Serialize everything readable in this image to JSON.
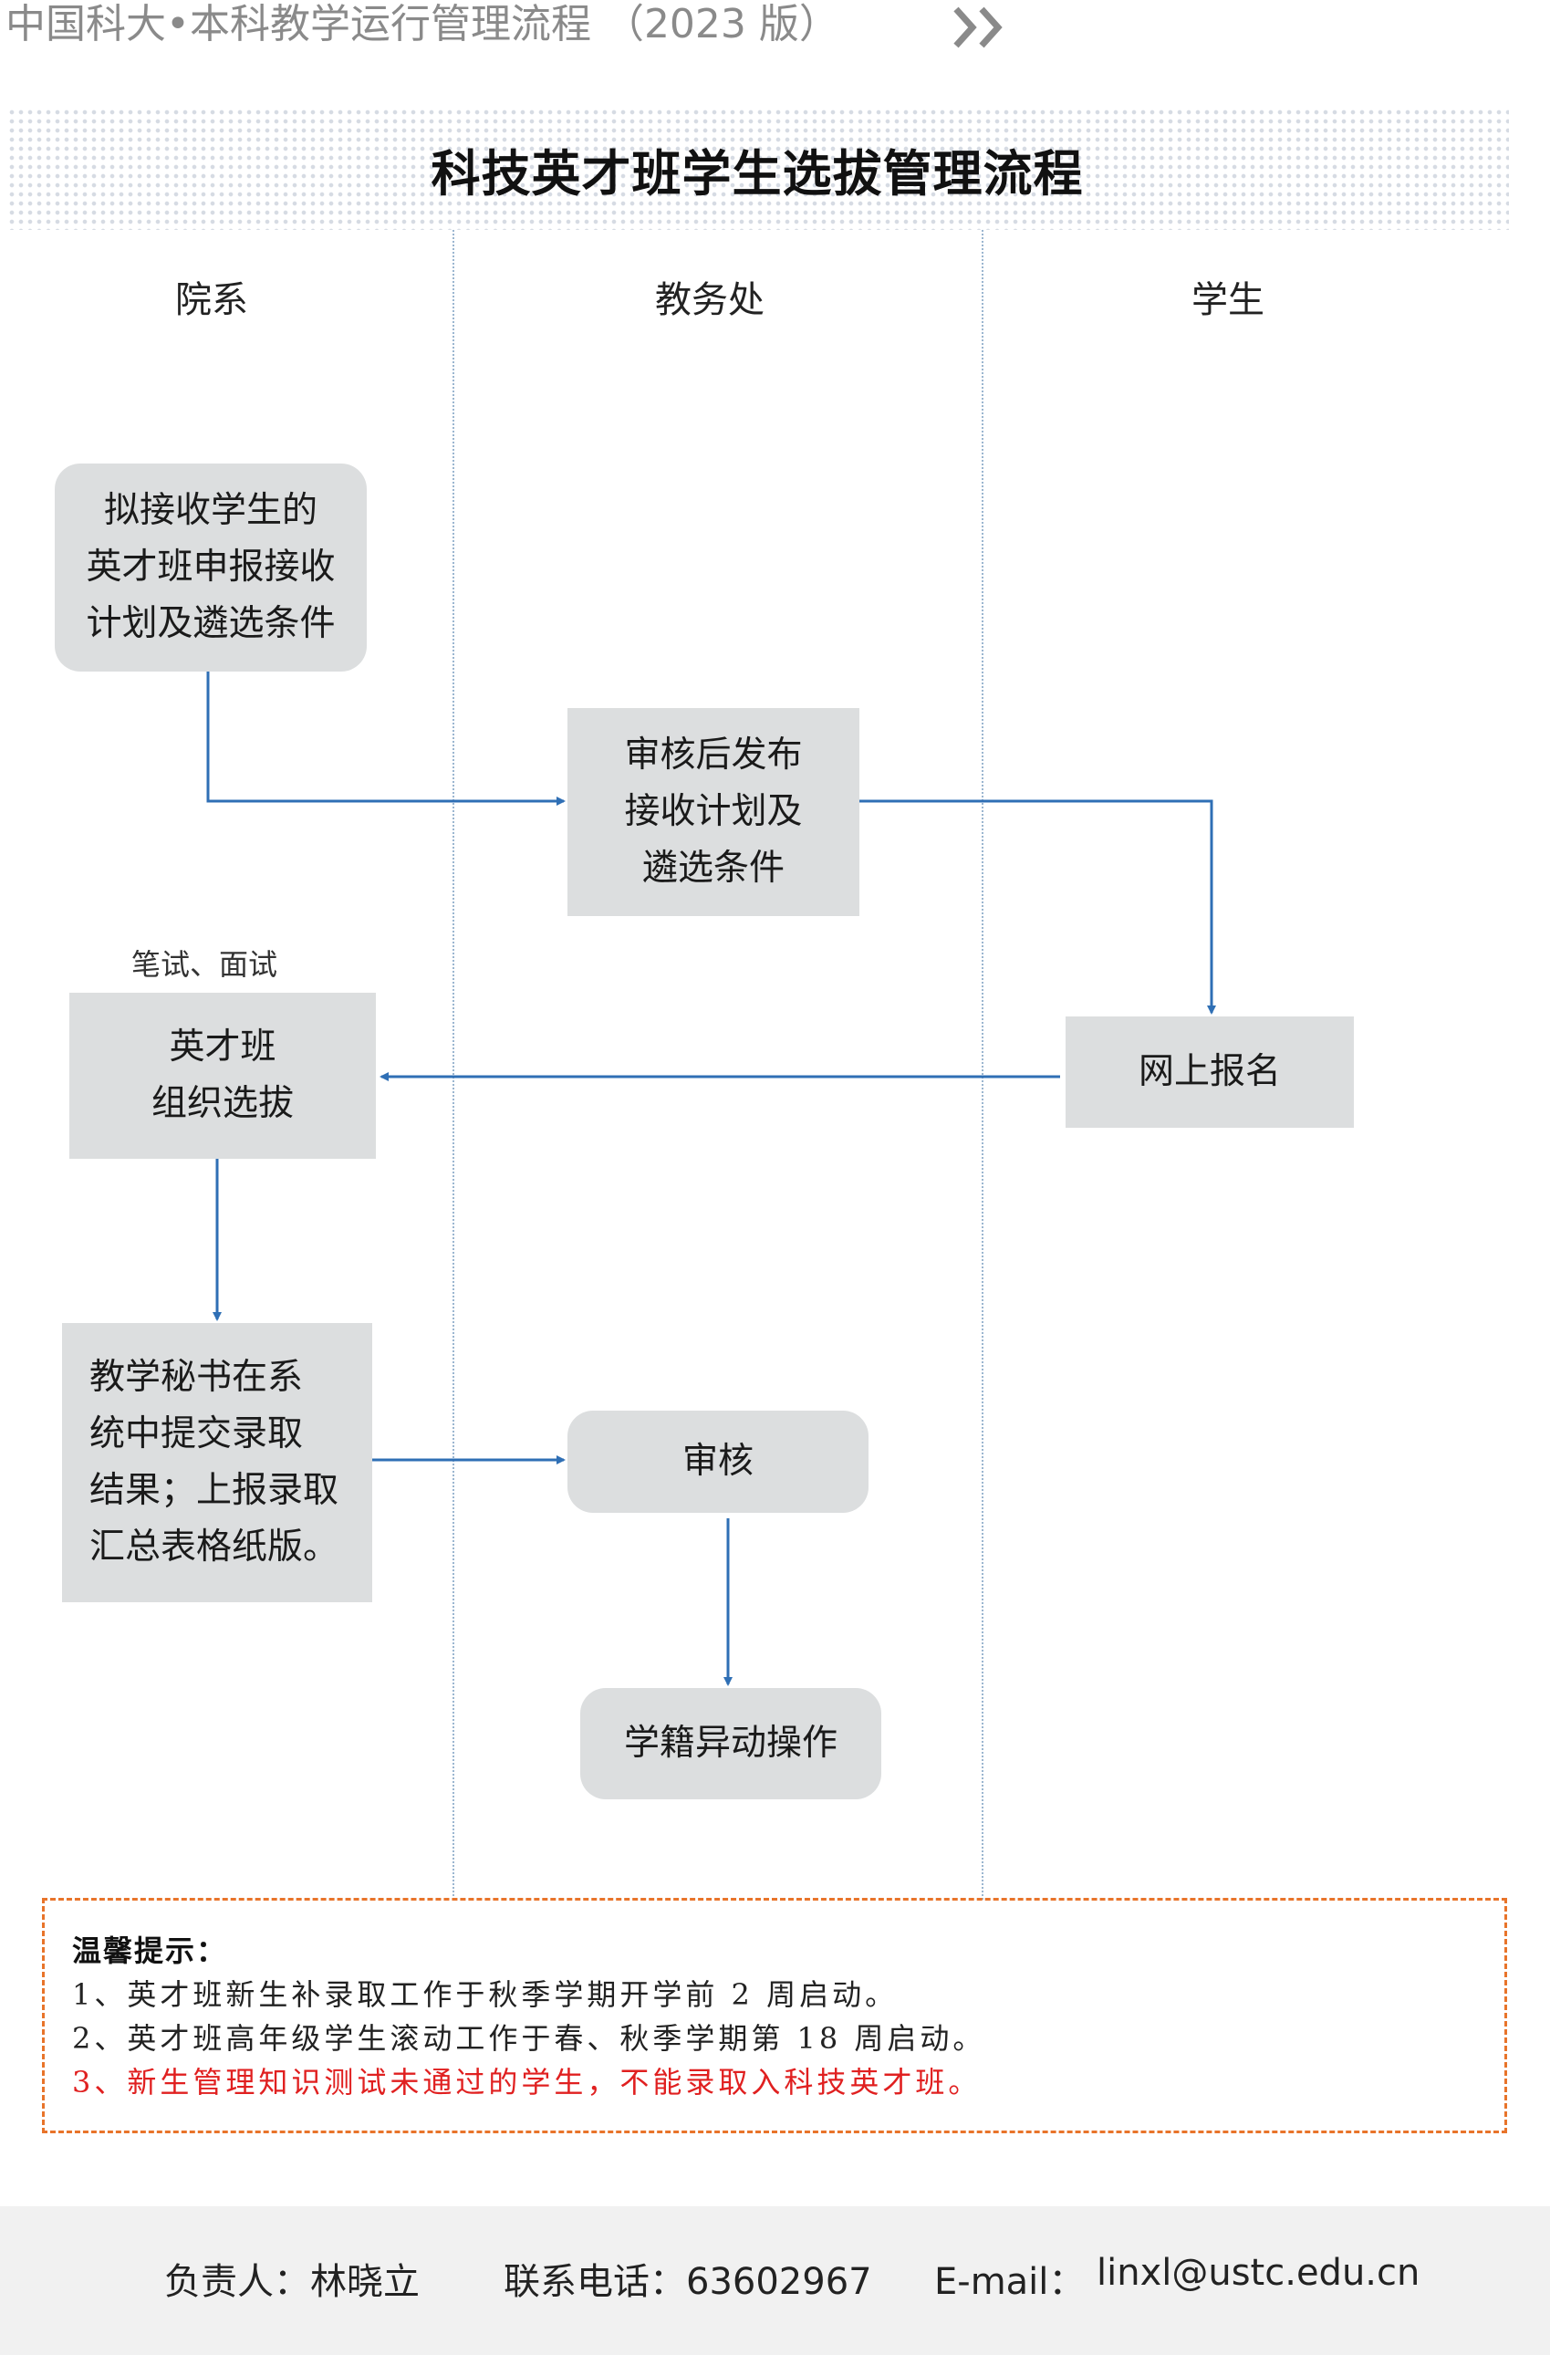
{
  "header": {
    "text": "中国科大•本科教学运行管理流程 （2023 版）"
  },
  "title": "科技英才班学生选拔管理流程",
  "lanes": [
    "院系",
    "教务处",
    "学生"
  ],
  "nodes": {
    "plan": "拟接收学生的\n英才班申报接收\n计划及遴选条件",
    "publish": "审核后发布\n接收计划及\n遴选条件",
    "register": "网上报名",
    "select_note": "笔试、面试",
    "select": "英才班\n组织选拔",
    "submit": "教学秘书在系\n统中提交录取\n结果；上报录取\n汇总表格纸版。",
    "review": "审核",
    "status": "学籍异动操作"
  },
  "tips": {
    "heading": "温馨提示：",
    "items": [
      "1、英才班新生补录取工作于秋季学期开学前 2 周启动。",
      "2、英才班高年级学生滚动工作于春、秋季学期第 18 周启动。",
      "3、新生管理知识测试未通过的学生，不能录取入科技英才班。"
    ],
    "highlight_color": "#e02020"
  },
  "footer": {
    "person_label": "负责人：林晓立",
    "phone_label": "联系电话：63602967",
    "email_label": "E-mail：",
    "email": "linxl@ustc.edu.cn"
  },
  "colors": {
    "arrow": "#2f6fb5",
    "box": "#dcdedf",
    "tips_border": "#e8742a"
  }
}
